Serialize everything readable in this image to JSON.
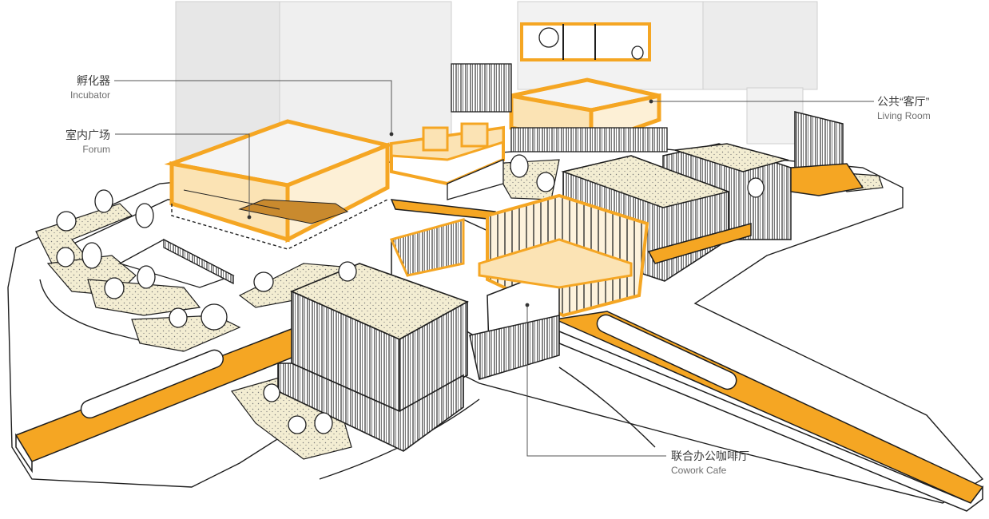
{
  "labels": {
    "incubator": {
      "cn": "孵化器",
      "en": "Incubator"
    },
    "forum": {
      "cn": "室内广场",
      "en": "Forum"
    },
    "living_room": {
      "cn": "公共“客厅”",
      "en": "Living Room"
    },
    "cowork_cafe": {
      "cn": "联合办公咖啡厅",
      "en": "Cowork Cafe"
    }
  },
  "colors": {
    "accent_orange": "#F5A623",
    "light_orange": "#FBE3B4",
    "sand": "#F3EDD2",
    "tower_grey": "#EFEFEF",
    "line": "#1E1E1E",
    "leader": "#555555"
  }
}
